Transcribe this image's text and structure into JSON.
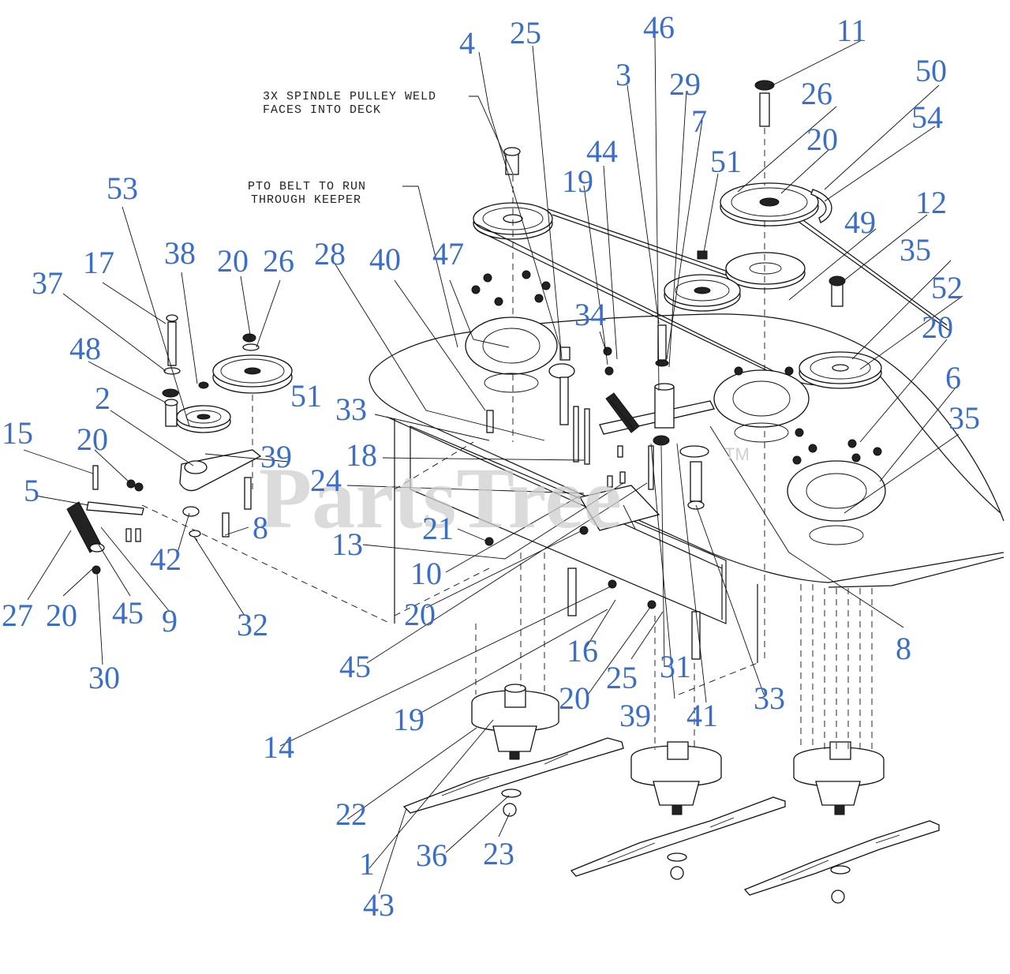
{
  "diagram": {
    "notes": [
      {
        "id": "spindle-note",
        "lines": [
          "3X SPINDLE PULLEY WELD",
          "FACES INTO DECK"
        ]
      },
      {
        "id": "pto-note",
        "lines": [
          "PTO BELT TO RUN",
          "THROUGH KEEPER"
        ]
      }
    ],
    "watermark": "PartsTree",
    "trademark": "TM",
    "callouts": [
      "1",
      "2",
      "3",
      "4",
      "5",
      "6",
      "7",
      "8",
      "8",
      "9",
      "10",
      "11",
      "12",
      "13",
      "14",
      "15",
      "16",
      "17",
      "18",
      "19",
      "19",
      "20",
      "20",
      "20",
      "20",
      "20",
      "20",
      "20",
      "21",
      "22",
      "23",
      "24",
      "25",
      "25",
      "26",
      "26",
      "27",
      "28",
      "29",
      "30",
      "31",
      "32",
      "33",
      "33",
      "34",
      "35",
      "35",
      "36",
      "37",
      "38",
      "39",
      "39",
      "40",
      "41",
      "42",
      "43",
      "44",
      "45",
      "45",
      "46",
      "47",
      "48",
      "49",
      "50",
      "51",
      "51",
      "52",
      "53",
      "54"
    ],
    "colors": {
      "callout": "#3a6ec9",
      "line": "#111111",
      "watermark": "#cfcfcf"
    }
  }
}
